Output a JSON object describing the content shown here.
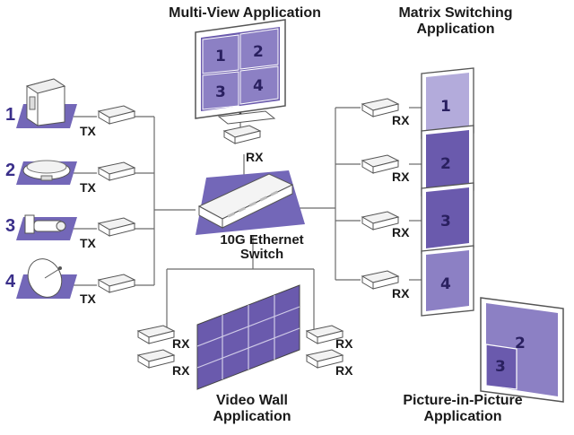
{
  "titles": {
    "multiview": "Multi-View Application",
    "matrix_line1": "Matrix Switching",
    "matrix_line2": "Application",
    "switch_line1": "10G Ethernet",
    "switch_line2": "Switch",
    "videowall_line1": "Video Wall",
    "videowall_line2": "Application",
    "pip_line1": "Picture-in-Picture",
    "pip_line2": "Application"
  },
  "sources": [
    {
      "number": "1",
      "tx": "TX",
      "icon": "computer-tower-icon"
    },
    {
      "number": "2",
      "tx": "TX",
      "icon": "media-player-icon"
    },
    {
      "number": "3",
      "tx": "TX",
      "icon": "security-camera-icon"
    },
    {
      "number": "4",
      "tx": "TX",
      "icon": "satellite-dish-icon"
    }
  ],
  "multiview": {
    "rx": "RX",
    "cells": [
      "1",
      "2",
      "3",
      "4"
    ]
  },
  "matrix": [
    {
      "rx": "RX",
      "display": "1"
    },
    {
      "rx": "RX",
      "display": "2"
    },
    {
      "rx": "RX",
      "display": "3"
    },
    {
      "rx": "RX",
      "display": "4"
    }
  ],
  "videowall": {
    "rx_labels": [
      "RX",
      "RX",
      "RX",
      "RX"
    ]
  },
  "pip": {
    "main": "2",
    "inset": "3"
  },
  "colors": {
    "purple_dark": "#6a5aad",
    "purple_mid": "#8c80c4",
    "purple_light": "#b3abdb",
    "floor": "#7367b8",
    "line": "#6b6b6b"
  }
}
